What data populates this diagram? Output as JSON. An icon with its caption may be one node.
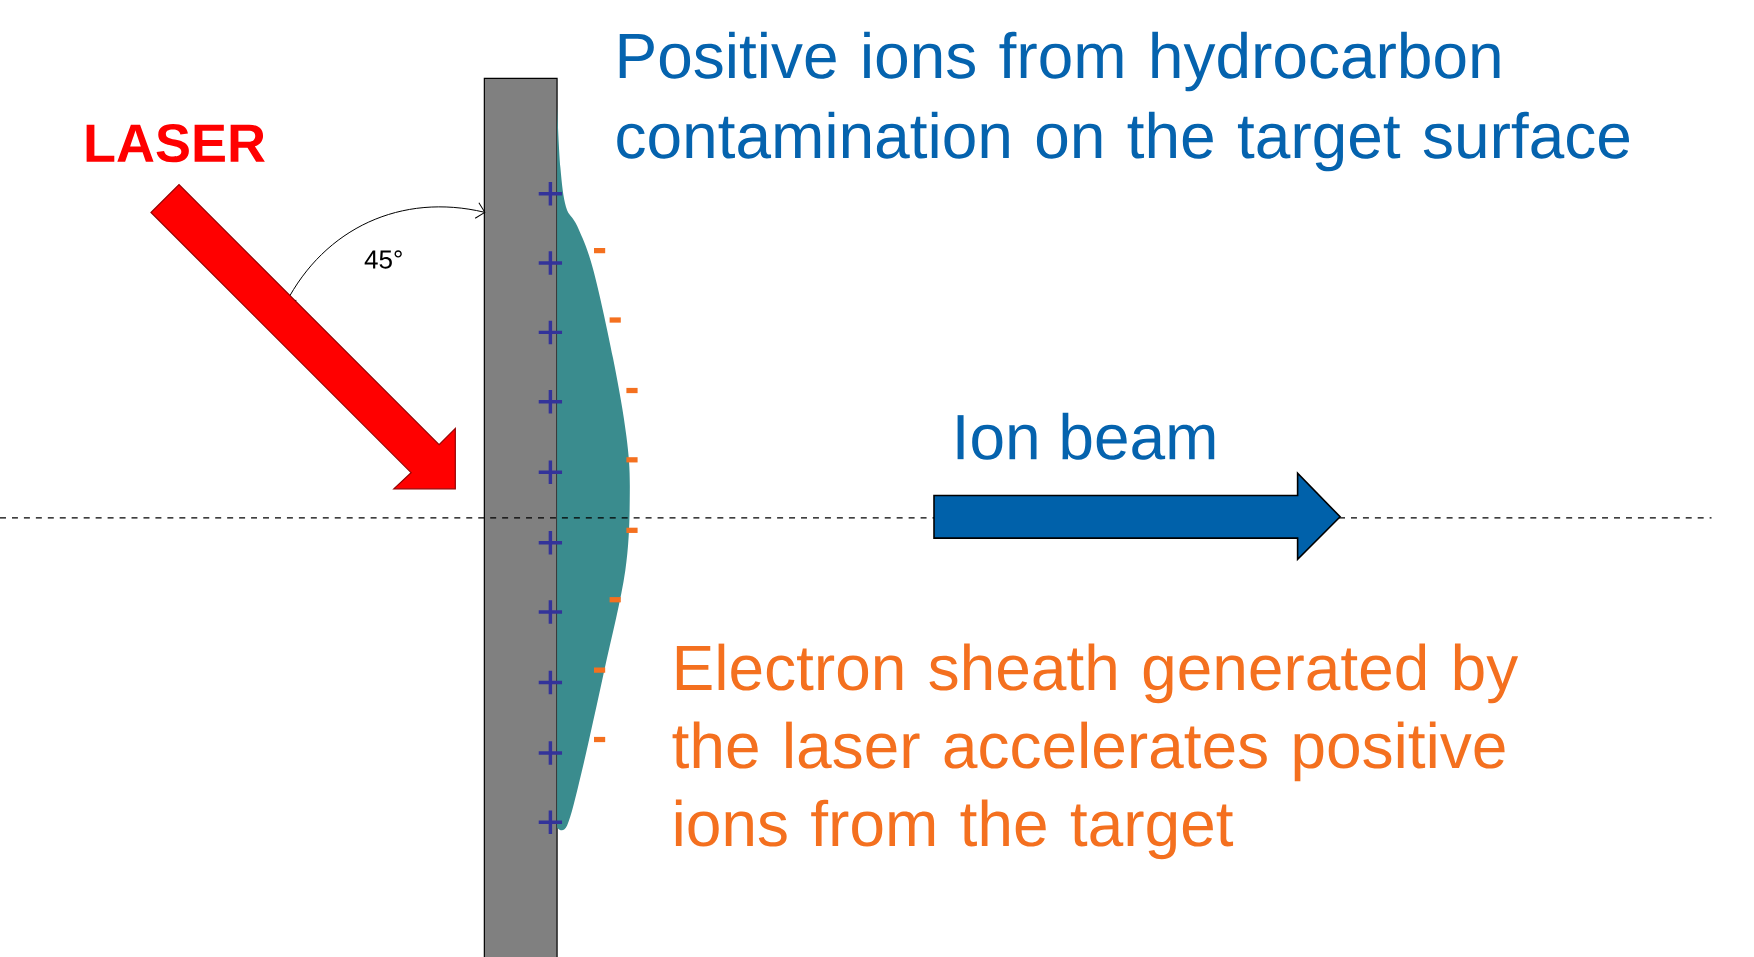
{
  "diagram": {
    "nodes": [
      {
        "text": [],
        "shape": "bar"
      }
    ],
    "labels": [
      "Positive ions from hydrocarbon contamination on the target surface",
      "LASER",
      "45°",
      "+",
      "+",
      "+",
      "+",
      "+",
      "+",
      "+",
      "+",
      "+",
      "+",
      "-",
      "-",
      "-",
      "-",
      "-",
      "-",
      "-",
      "-",
      "Ion beam",
      "Electron sheath generated by the laser accelerates positive ions from the target"
    ]
  }
}
